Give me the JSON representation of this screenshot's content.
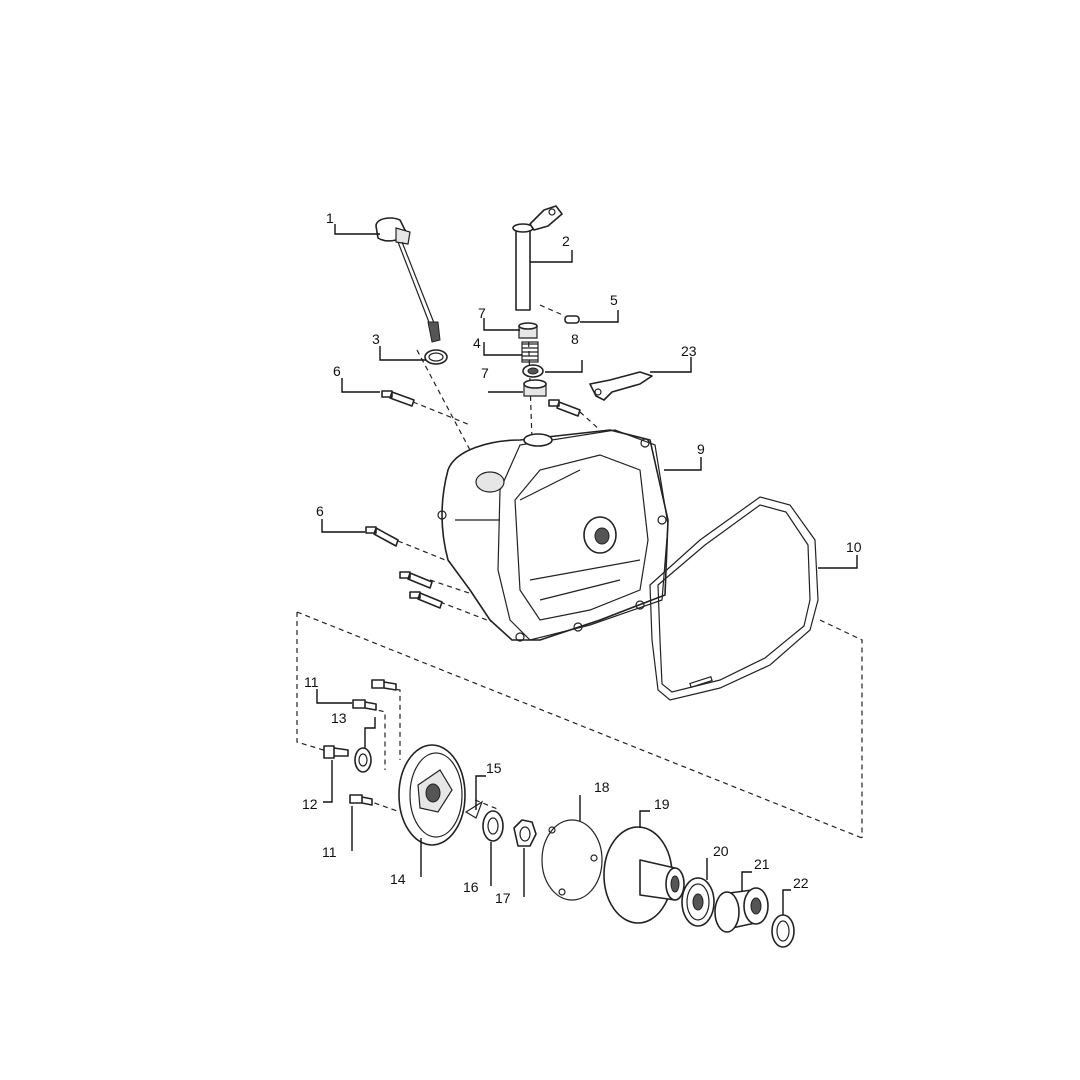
{
  "diagram": {
    "callouts": [
      "1",
      "2",
      "3",
      "4",
      "5",
      "6",
      "6",
      "7",
      "7",
      "8",
      "9",
      "10",
      "11",
      "11",
      "12",
      "13",
      "14",
      "15",
      "16",
      "17",
      "18",
      "19",
      "20",
      "21",
      "22",
      "23"
    ]
  }
}
